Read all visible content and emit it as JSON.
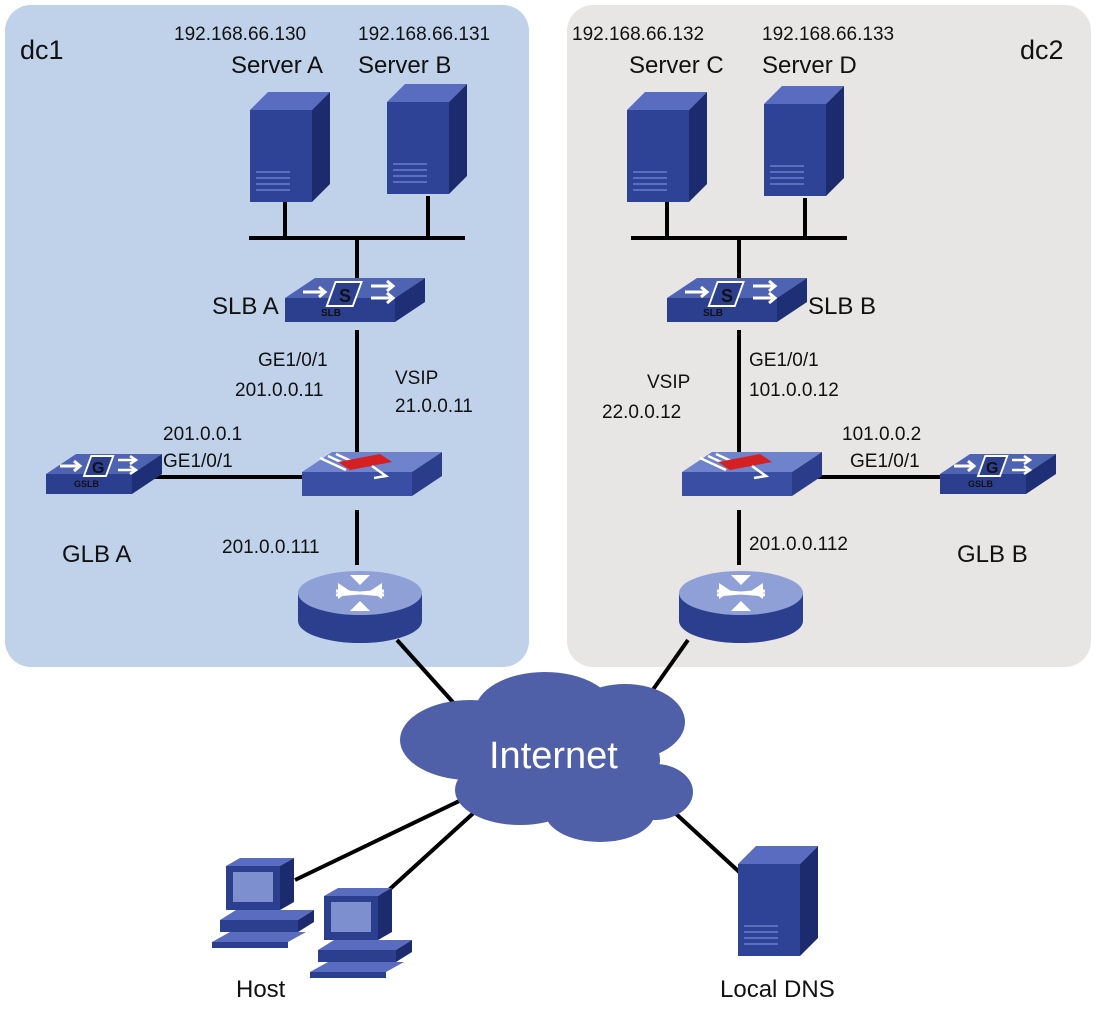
{
  "regions": {
    "dc1": {
      "label": "dc1",
      "color": "#c0d2ea"
    },
    "dc2": {
      "label": "dc2",
      "color": "#e8e6e4"
    }
  },
  "servers": {
    "a": {
      "ip": "192.168.66.130",
      "name": "Server A"
    },
    "b": {
      "ip": "192.168.66.131",
      "name": "Server B"
    },
    "c": {
      "ip": "192.168.66.132",
      "name": "Server C"
    },
    "d": {
      "ip": "192.168.66.133",
      "name": "Server D"
    }
  },
  "slb": {
    "a": {
      "name": "SLB A",
      "port": "GE1/0/1",
      "ip": "201.0.0.11",
      "vsip_label": "VSIP",
      "vsip": "21.0.0.11"
    },
    "b": {
      "name": "SLB B",
      "port": "GE1/0/1",
      "ip": "101.0.0.12",
      "vsip_label": "VSIP",
      "vsip": "22.0.0.12"
    }
  },
  "glb": {
    "a": {
      "name": "GLB A",
      "ip": "201.0.0.1",
      "port": "GE1/0/1"
    },
    "b": {
      "name": "GLB B",
      "ip": "101.0.0.2",
      "port": "GE1/0/1"
    }
  },
  "routers": {
    "a": {
      "ip": "201.0.0.111"
    },
    "b": {
      "ip": "201.0.0.112"
    }
  },
  "device_badges": {
    "slb": "SLB",
    "gslb": "GSLB",
    "slb_letter": "S",
    "gslb_letter": "G"
  },
  "internet": {
    "label": "Internet"
  },
  "host": {
    "label": "Host"
  },
  "dns": {
    "label": "Local DNS"
  },
  "colors": {
    "device_blue": "#2c3f8e",
    "device_top": "#4a5fb0",
    "cloud": "#4f5fa8",
    "link": "#000000",
    "firewall_red": "#d42020"
  }
}
